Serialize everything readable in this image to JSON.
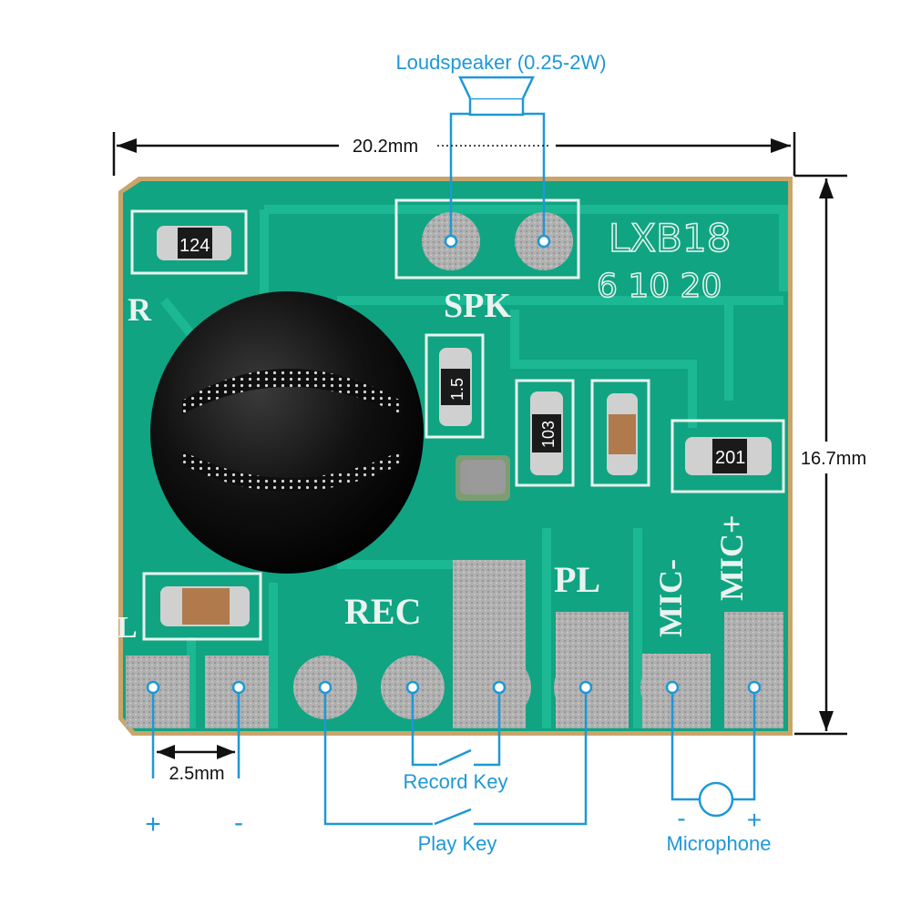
{
  "labels": {
    "speaker": "Loudspeaker (0.25-2W)",
    "record_key": "Record Key",
    "play_key": "Play Key",
    "microphone": "Microphone"
  },
  "dimensions": {
    "width": "20.2mm",
    "height": "16.7mm",
    "pitch": "2.5mm"
  },
  "power": {
    "plus": "+",
    "minus": "-"
  },
  "mic_polarity": {
    "minus": "-",
    "plus": "+"
  },
  "board": {
    "model": "LXB18",
    "variants": "6 10 20",
    "silk": {
      "spk": "SPK",
      "r": "R",
      "rec": "REC",
      "pl": "PL",
      "mic_minus": "MIC-",
      "mic_plus": "MIC+",
      "l": "L"
    },
    "resistors": {
      "r124": "124",
      "r1": "1.5",
      "r2": "103",
      "r201": "201"
    }
  },
  "colors": {
    "annotation": "#1e98d6",
    "pcb": "#10a482",
    "pcb_trace": "#1bb591",
    "pcb_edge": "#c9a56a",
    "silkscreen": "#e9f3ef",
    "pad": "#b3b3b3",
    "dimension": "#111111"
  }
}
